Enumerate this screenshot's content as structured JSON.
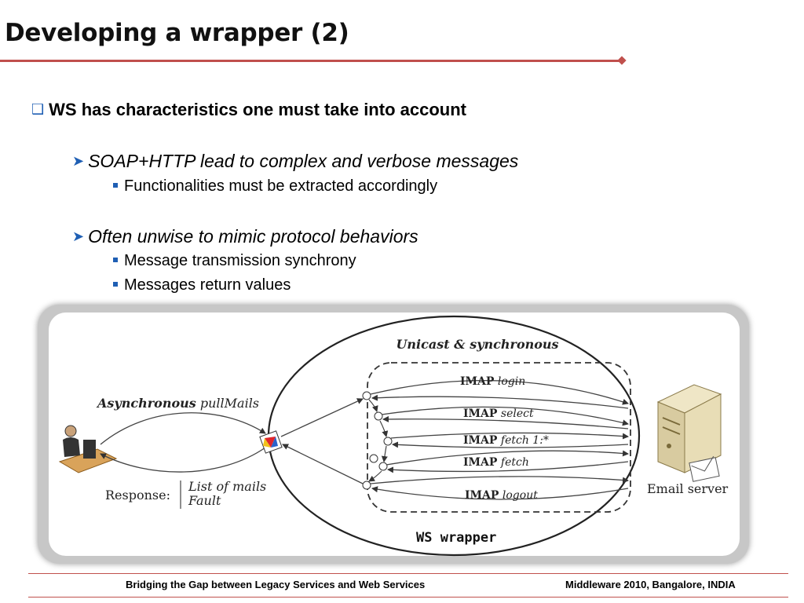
{
  "slide": {
    "title": "Developing a wrapper (2)",
    "bullet1": "WS has characteristics one must take into account",
    "sub1": "SOAP+HTTP lead to complex and verbose messages",
    "sub1_item1": "Functionalities must be extracted accordingly",
    "sub2": "Often unwise to mimic protocol behaviors",
    "sub2_item1": "Message transmission synchrony",
    "sub2_item2": "Messages return values"
  },
  "diagram": {
    "unicast_label": "Unicast & synchronous",
    "async_bold": "Asynchronous",
    "async_rest": " pullMails",
    "response_label": "Response:",
    "response_list": "List of mails",
    "response_fault": "Fault",
    "ws_wrapper": "WS wrapper",
    "email_server": "Email server",
    "imap_prefix": "IMAP",
    "imap_commands": [
      "login",
      "select",
      "fetch 1:*",
      "fetch",
      "logout"
    ]
  },
  "footer": {
    "left": "Bridging the Gap between Legacy Services and Web Services",
    "right": "Middleware 2010, Bangalore, INDIA"
  },
  "colors": {
    "accent": "#c0504d",
    "bullet": "#1f5fb4"
  }
}
